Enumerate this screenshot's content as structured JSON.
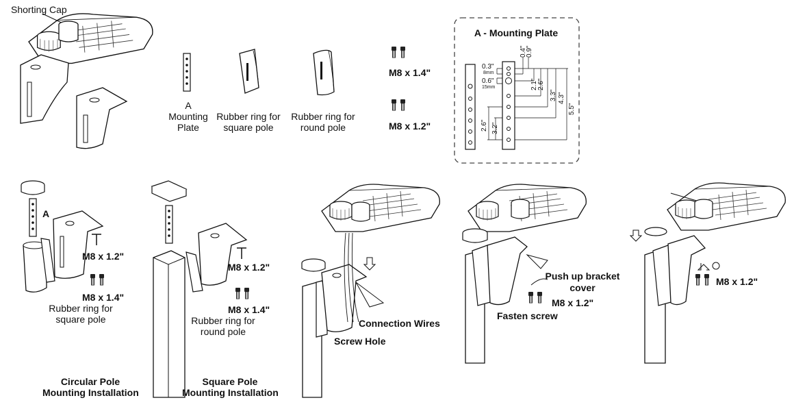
{
  "top": {
    "shorting_cap": "Shorting Cap",
    "mounting_plate_letter": "A",
    "mounting_plate_line1": "Mounting",
    "mounting_plate_line2": "Plate",
    "rubber_square_line1": "Rubber ring for",
    "rubber_square_line2": "square pole",
    "rubber_round_line1": "Rubber ring for",
    "rubber_round_line2": "round pole",
    "screw_long": "M8 x 1.4\"",
    "screw_short": "M8 x 1.2\""
  },
  "plate_detail": {
    "title": "A - Mounting Plate",
    "dims": {
      "d03": "0.3\"",
      "d03_mm": "8mm",
      "d06": "0.6\"",
      "d06_mm": "15mm",
      "d04": "0.4\"",
      "d09": "0.9\"",
      "d21": "2.1\"",
      "d26a": "2.6\"",
      "d33": "3.3\"",
      "d43": "4.3\"",
      "d55": "5.5\"",
      "d26b": "2.6\"",
      "d32": "3.2\""
    }
  },
  "step_circular": {
    "letter": "A",
    "screw_short": "M8 x 1.2\"",
    "screw_long": "M8 x 1.4\"",
    "ring_line1": "Rubber ring for",
    "ring_line2": "square pole",
    "caption_line1": "Circular Pole",
    "caption_line2": "Mounting Installation"
  },
  "step_square": {
    "screw_short": "M8 x 1.2\"",
    "screw_long": "M8 x 1.4\"",
    "ring_line1": "Rubber ring for",
    "ring_line2": "round pole",
    "caption_line1": "Square Pole",
    "caption_line2": "Mounting Installation"
  },
  "step_wiring": {
    "connection_wires": "Connection Wires",
    "screw_hole": "Screw Hole"
  },
  "step_bracket": {
    "push_line1": "Push up bracket",
    "push_line2": "cover",
    "screw_short": "M8 x 1.2\"",
    "fasten": "Fasten screw"
  },
  "step_final": {
    "screw_short": "M8 x 1.2\""
  }
}
